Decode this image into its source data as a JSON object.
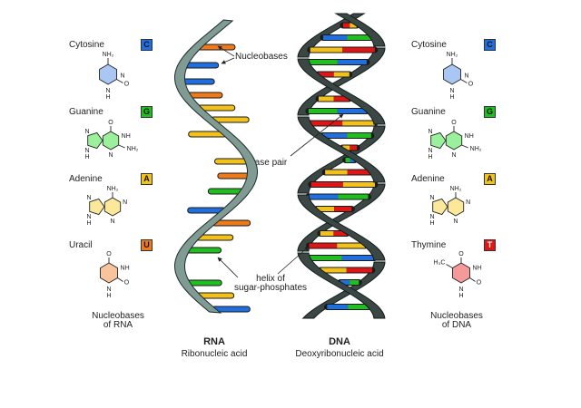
{
  "rna": {
    "title": "RNA",
    "subtitle": "Ribonucleic acid",
    "bases_caption_1": "Nucleobases",
    "bases_caption_2": "of RNA",
    "bases": [
      {
        "name": "Cytosine",
        "letter": "C",
        "color": "#1f6fe0",
        "fill": "#aac7f4"
      },
      {
        "name": "Guanine",
        "letter": "G",
        "color": "#1fbf1f",
        "fill": "#9bf09b"
      },
      {
        "name": "Adenine",
        "letter": "A",
        "color": "#f2c21b",
        "fill": "#fbe89a"
      },
      {
        "name": "Uracil",
        "letter": "U",
        "color": "#ee7a1a",
        "fill": "#f9c49b"
      }
    ]
  },
  "dna": {
    "title": "DNA",
    "subtitle": "Deoxyribonucleic acid",
    "bases_caption_1": "Nucleobases",
    "bases_caption_2": "of DNA",
    "bases": [
      {
        "name": "Cytosine",
        "letter": "C",
        "color": "#1f6fe0",
        "fill": "#aac7f4"
      },
      {
        "name": "Guanine",
        "letter": "G",
        "color": "#1fbf1f",
        "fill": "#9bf09b"
      },
      {
        "name": "Adenine",
        "letter": "A",
        "color": "#f2c21b",
        "fill": "#fbe89a"
      },
      {
        "name": "Thymine",
        "letter": "T",
        "color": "#e01515",
        "fill": "#f49a9a"
      }
    ]
  },
  "callouts": {
    "nucleobases": "Nucleobases",
    "base_pair": "Base pair",
    "helix_1": "helix of",
    "helix_2": "sugar-phosphates"
  },
  "atom_labels": {
    "nh2": "NH₂",
    "nh": "NH",
    "n": "N",
    "h": "H",
    "o": "O",
    "h3c": "H₃C"
  },
  "colors": {
    "rna_backbone": "#7f9b94",
    "dna_backbone": "#3b4744",
    "outline": "#1f2a28"
  }
}
